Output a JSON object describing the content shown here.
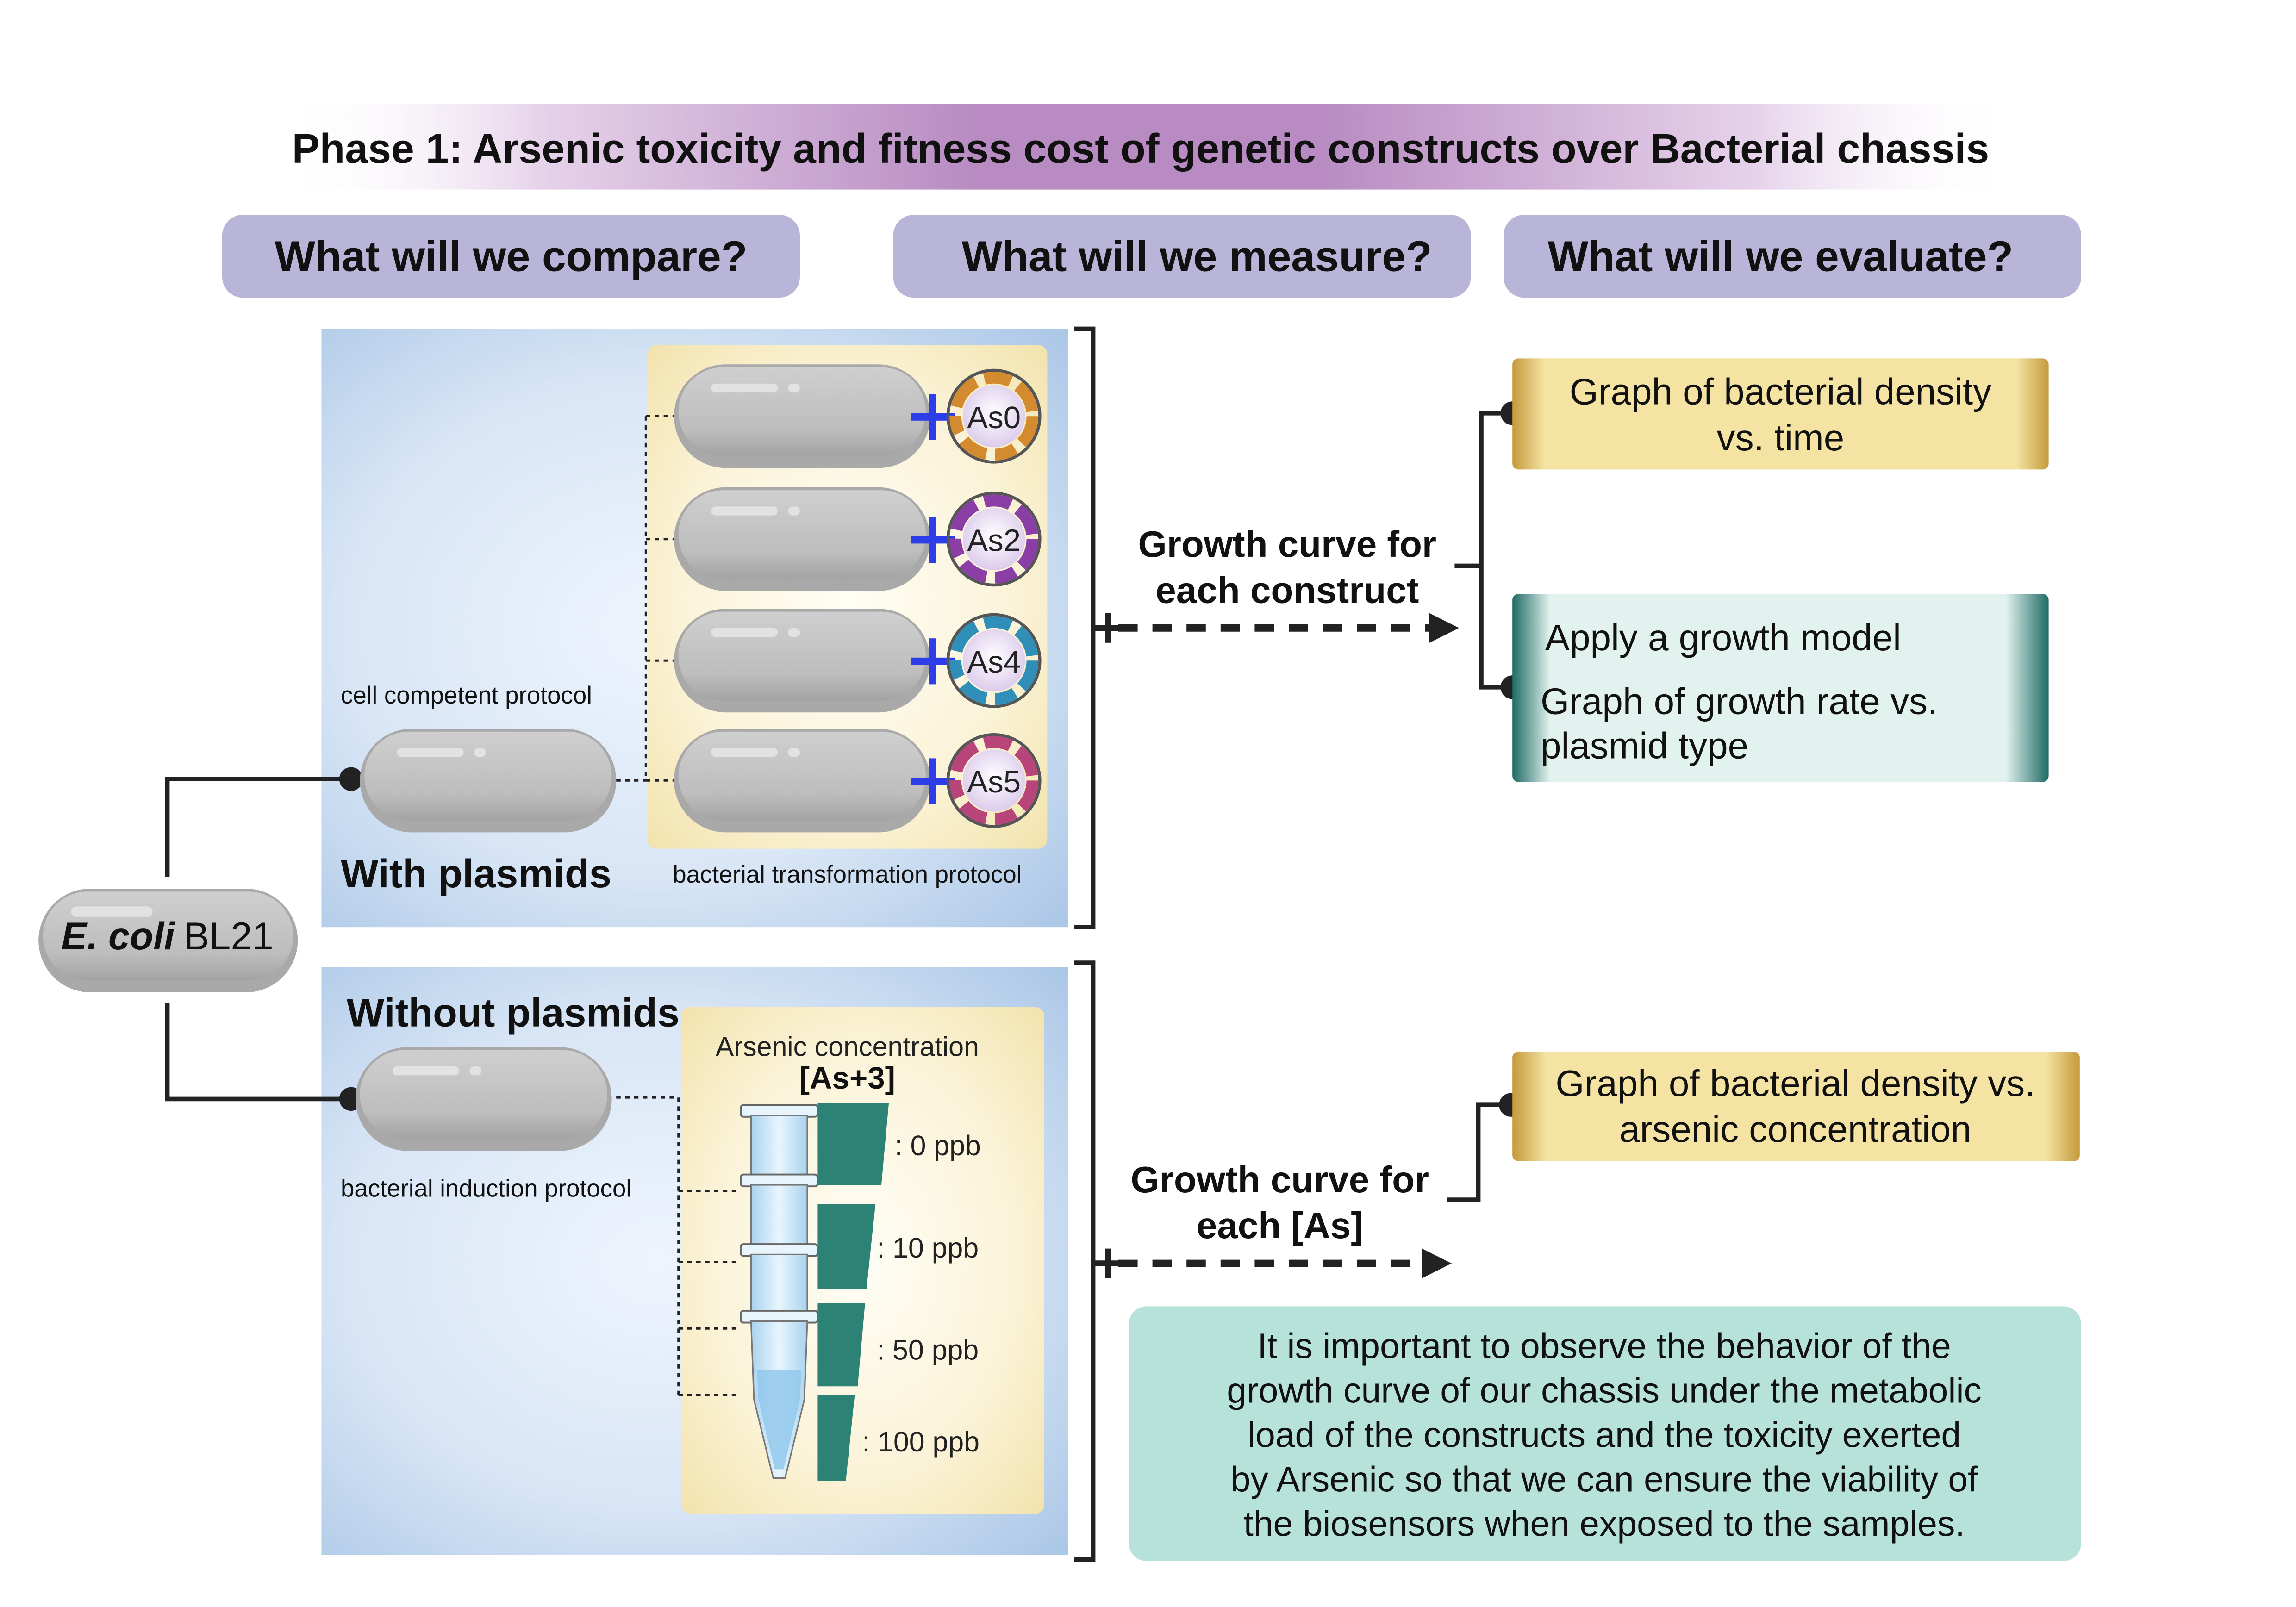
{
  "title": "Phase 1: Arsenic toxicity and fitness cost of genetic constructs over Bacterial chassis",
  "headers": {
    "compare": "What will we compare?",
    "measure": "What will we measure?",
    "evaluate": "What will we evaluate?"
  },
  "chassis": {
    "italic": "E. coli",
    "strain": "BL21"
  },
  "with_plasmids": {
    "label": "With plasmids",
    "competent_protocol": "cell competent protocol",
    "transformation_protocol": "bacterial transformation protocol",
    "plasmids": [
      "As0",
      "As2",
      "As4",
      "As5"
    ]
  },
  "without_plasmids": {
    "label": "Without plasmids",
    "induction_protocol": "bacterial induction protocol",
    "conc_title": "Arsenic concentration",
    "conc_formula": "[As+3]",
    "concentrations": [
      ": 0 ppb",
      ": 10 ppb",
      ": 50 ppb",
      ": 100 ppb"
    ]
  },
  "measure": {
    "construct": [
      "Growth curve for",
      "each construct"
    ],
    "arsenic": [
      "Growth curve for",
      "each [As]"
    ]
  },
  "evaluate": {
    "density_time": [
      "Graph of bacterial density",
      "vs. time"
    ],
    "growth_model": "Apply a growth model",
    "growth_rate": [
      "Graph of growth rate vs.",
      "plasmid type"
    ],
    "density_arsenic": [
      "Graph of bacterial density vs.",
      "arsenic concentration"
    ]
  },
  "note": [
    "It is important to observe the behavior of the",
    "growth curve of our chassis under the metabolic",
    "load of the constructs and the toxicity exerted",
    "by Arsenic so that we can ensure the viability of",
    "the biosensors when exposed to the samples."
  ],
  "colors": {
    "header_bg": "#b8b5d9",
    "panel_blue": "#c6d8ee",
    "cream": "#f7eecb",
    "gold": "#f4e4a6",
    "teal_light": "#e2f2ee",
    "note_bg": "#b6e2d9",
    "cylinder": "#2b8275",
    "bacteria": "#bcbcbc",
    "plus": "#2d3ee8"
  }
}
